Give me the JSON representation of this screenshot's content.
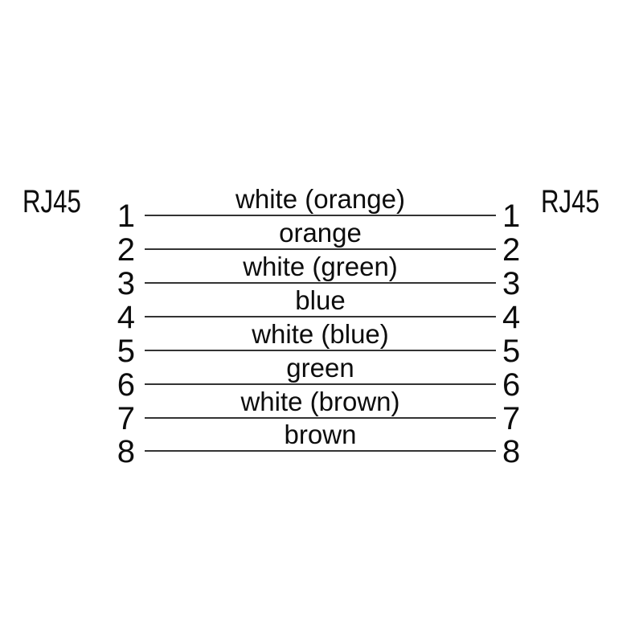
{
  "diagram": {
    "type": "cable-pinout",
    "left_connector": "RJ45",
    "right_connector": "RJ45",
    "line_color": "#333333",
    "text_color": "#0d0d0d",
    "wires": [
      {
        "pin": "1",
        "label": "white (orange)"
      },
      {
        "pin": "2",
        "label": "orange"
      },
      {
        "pin": "3",
        "label": "white (green)"
      },
      {
        "pin": "4",
        "label": "blue"
      },
      {
        "pin": "5",
        "label": "white (blue)"
      },
      {
        "pin": "6",
        "label": "green"
      },
      {
        "pin": "7",
        "label": "white (brown)"
      },
      {
        "pin": "8",
        "label": "brown"
      }
    ]
  }
}
